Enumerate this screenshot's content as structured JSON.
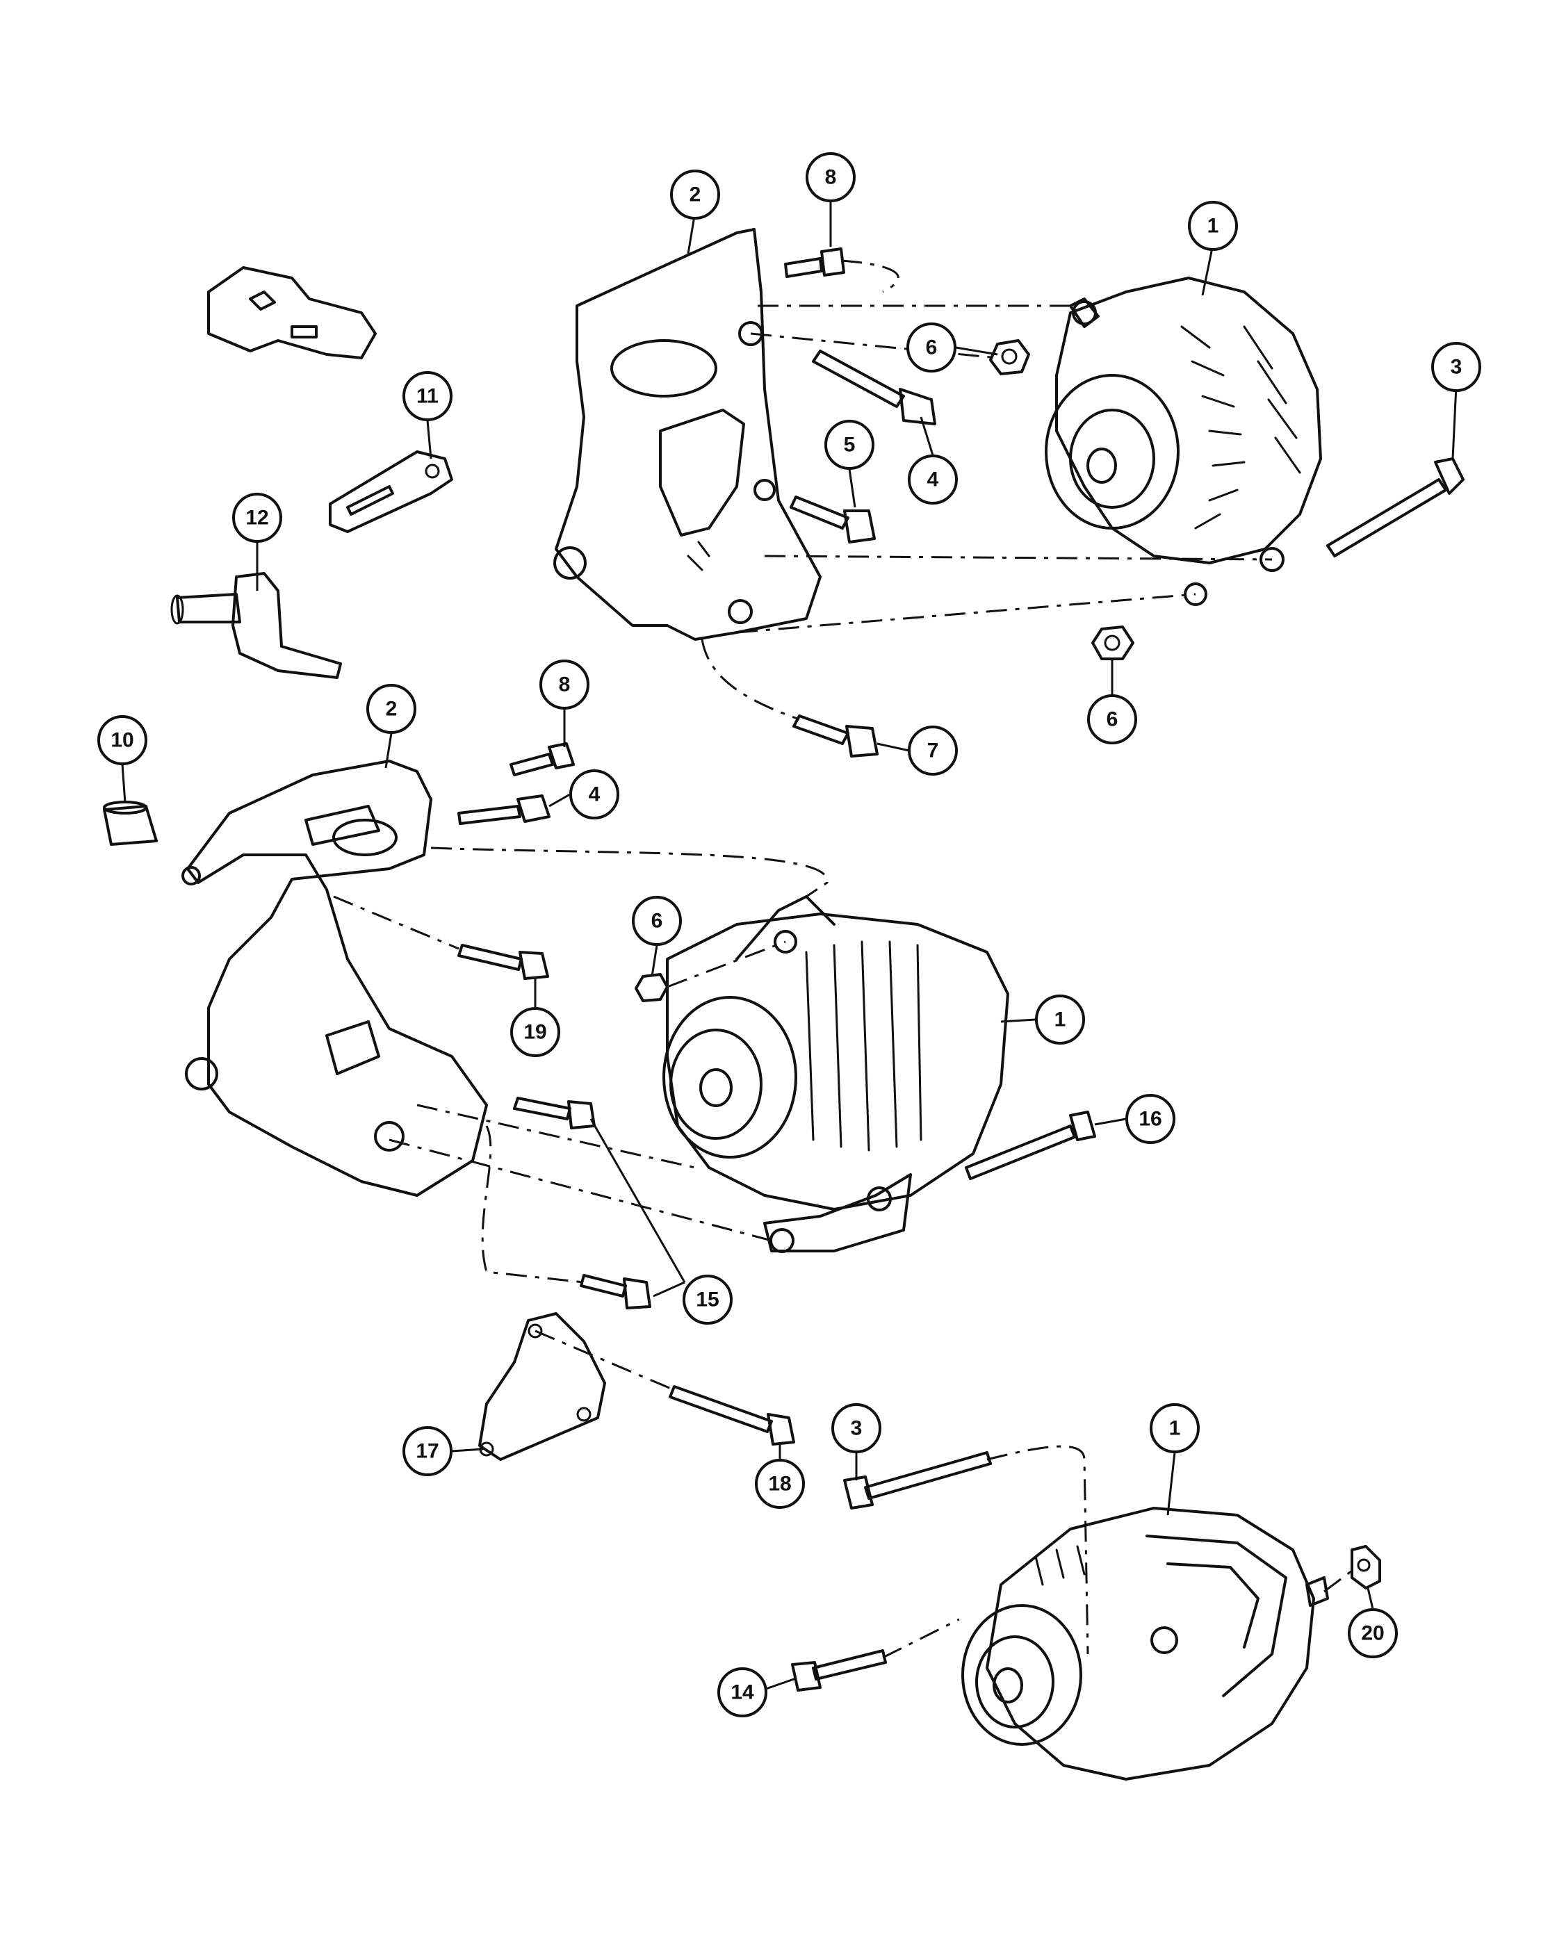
{
  "callouts": {
    "c2_top": "2",
    "c8_top": "8",
    "c1_top": "1",
    "c6_top": "6",
    "c3_top": "3",
    "c5_top": "5",
    "c4_top": "4",
    "c11": "11",
    "c12": "12",
    "c6_top_lower": "6",
    "c7": "7",
    "c8_mid": "8",
    "c2_mid": "2",
    "c10": "10",
    "c4_mid": "4",
    "c6_mid": "6",
    "c19": "19",
    "c1_mid": "1",
    "c16": "16",
    "c15": "15",
    "c17": "17",
    "c18": "18",
    "c3_bottom": "3",
    "c1_bottom": "1",
    "c20": "20",
    "c14": "14"
  }
}
